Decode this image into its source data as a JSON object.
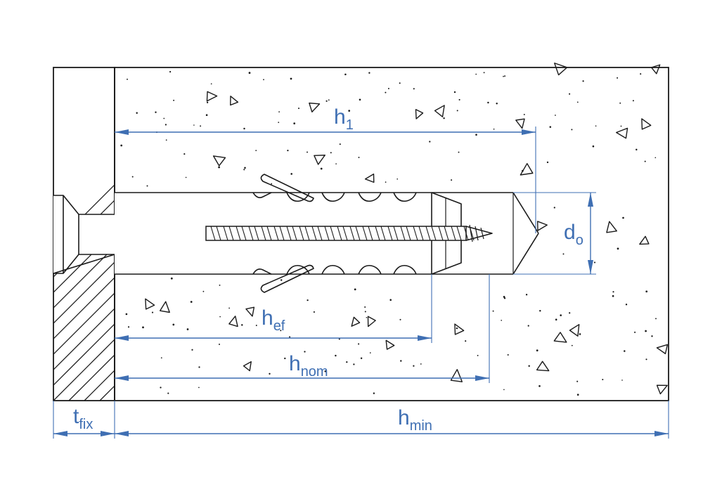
{
  "diagram": {
    "description_free": true,
    "labels": {
      "h1": {
        "main": "h",
        "sub": "1"
      },
      "d0": {
        "main": "d",
        "sub": "o"
      },
      "hef": {
        "main": "h",
        "sub": "ef"
      },
      "hnom": {
        "main": "h",
        "sub": "nom"
      },
      "tfix": {
        "main": "t",
        "sub": "fix"
      },
      "hmin": {
        "main": "h",
        "sub": "min"
      }
    },
    "colors": {
      "dimension": "#3f6fb3",
      "ink": "#1a1a1a",
      "background": "#ffffff"
    }
  }
}
